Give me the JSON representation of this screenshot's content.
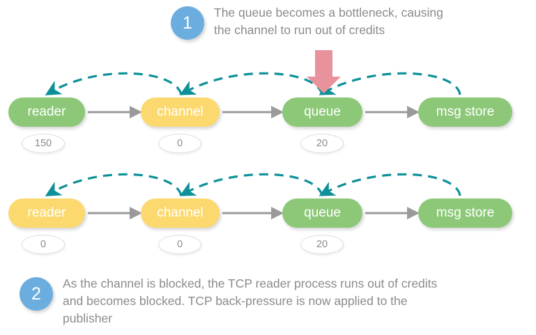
{
  "callouts": [
    {
      "number": "1",
      "text": "The queue becomes a bottleneck, causing\nthe channel to run out of credits"
    },
    {
      "number": "2",
      "text": "As the channel is blocked, the TCP reader process runs out of credits\nand becomes blocked. TCP back-pressure is now applied to the\npublisher"
    }
  ],
  "rows": [
    {
      "nodes": [
        {
          "label": "reader",
          "color": "green",
          "badge": "150"
        },
        {
          "label": "channel",
          "color": "yellow",
          "badge": "0"
        },
        {
          "label": "queue",
          "color": "green",
          "badge": "20"
        },
        {
          "label": "msg store",
          "color": "green",
          "badge": null
        }
      ]
    },
    {
      "nodes": [
        {
          "label": "reader",
          "color": "yellow",
          "badge": "0"
        },
        {
          "label": "channel",
          "color": "yellow",
          "badge": "0"
        },
        {
          "label": "queue",
          "color": "green",
          "badge": "20"
        },
        {
          "label": "msg store",
          "color": "green",
          "badge": null
        }
      ]
    }
  ],
  "colors": {
    "node_green": "#8cc878",
    "node_yellow": "#fcd96e",
    "step_blue": "#6cade0",
    "credit_arc_teal": "#0e9099",
    "flow_arrow_gray": "#9a9a9a",
    "bottleneck_arrow_red": "#e8939b",
    "text_gray": "#8b8b8b",
    "background": "#ffffff"
  },
  "annotations": {
    "bottleneck_arrow": "red-down-arrow pointing at queue in row 1",
    "credit_arcs": "dashed teal back-pressure arcs flowing right-to-left"
  }
}
